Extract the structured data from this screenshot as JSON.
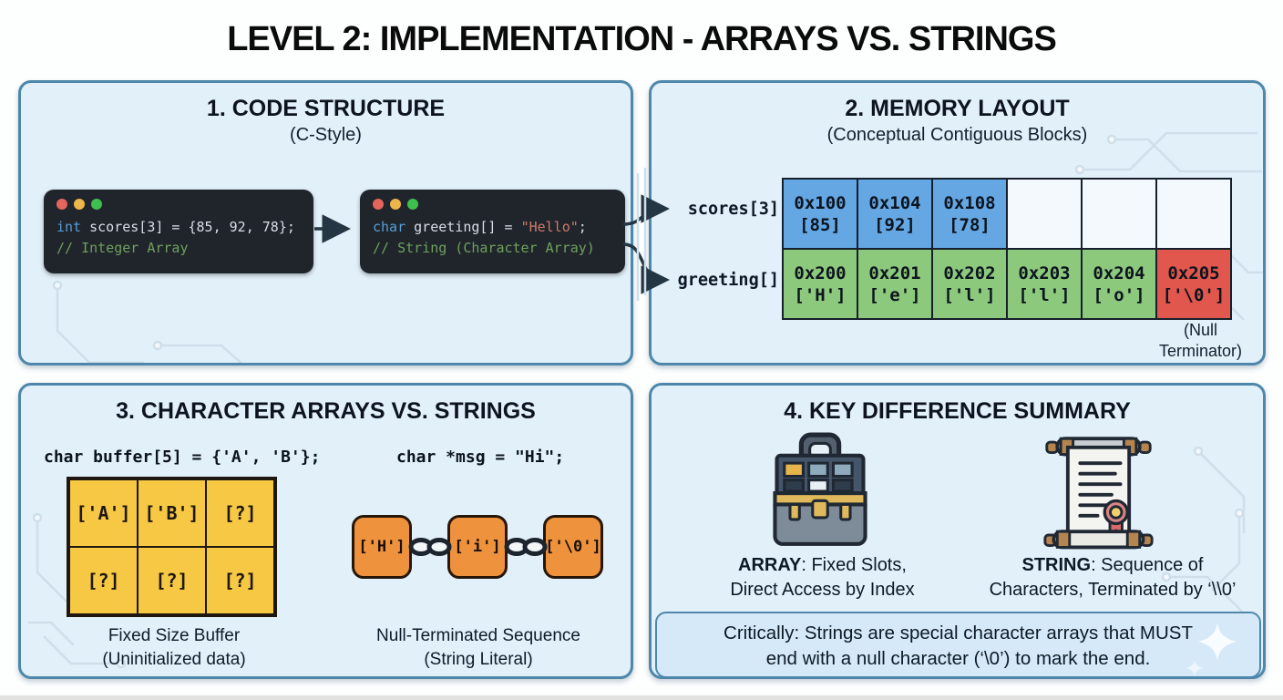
{
  "title": "LEVEL 2: IMPLEMENTATION - ARRAYS VS. STRINGS",
  "panel1": {
    "title": "1. CODE STRUCTURE",
    "subtitle": "(C-Style)",
    "code1": {
      "kw": "int",
      "body": " scores[3] = {85, 92, 78};",
      "comment": "// Integer Array"
    },
    "code2": {
      "kw": "char",
      "body": " greeting[] = ",
      "str": "\"Hello\"",
      "semi": ";",
      "comment": "// String (Character Array)"
    }
  },
  "panel2": {
    "title": "2. MEMORY LAYOUT",
    "subtitle": "(Conceptual Contiguous Blocks)",
    "row1_label": "scores[3]",
    "row2_label": "greeting[]",
    "row1_cells": [
      {
        "addr": "0x100",
        "val": "[85]"
      },
      {
        "addr": "0x104",
        "val": "[92]"
      },
      {
        "addr": "0x108",
        "val": "[78]"
      },
      {
        "addr": "",
        "val": ""
      },
      {
        "addr": "",
        "val": ""
      },
      {
        "addr": "",
        "val": ""
      }
    ],
    "row2_cells": [
      {
        "addr": "0x200",
        "val": "['H']"
      },
      {
        "addr": "0x201",
        "val": "['e']"
      },
      {
        "addr": "0x202",
        "val": "['l']"
      },
      {
        "addr": "0x203",
        "val": "['l']"
      },
      {
        "addr": "0x204",
        "val": "['o']"
      },
      {
        "addr": "0x205",
        "val": "['\\0']"
      }
    ],
    "null_note_line1": "(Null",
    "null_note_line2": "Terminator)"
  },
  "panel3": {
    "title": "3. CHARACTER ARRAYS VS. STRINGS",
    "code_left": "char buffer[5] = {'A', 'B'};",
    "code_right": "char *msg = \"Hi\";",
    "buffer_cells": [
      "['A']",
      "['B']",
      "[?]",
      "[?]",
      "[?]",
      "[?]"
    ],
    "buffer_caption1": "Fixed Size Buffer",
    "buffer_caption2": "(Uninitialized data)",
    "chain_cells": [
      "['H']",
      "['i']",
      "['\\0']"
    ],
    "chain_caption1": "Null-Terminated Sequence",
    "chain_caption2": "(String Literal)"
  },
  "panel4": {
    "title": "4. KEY DIFFERENCE SUMMARY",
    "array_term": "ARRAY",
    "array_desc1": ": Fixed Slots,",
    "array_desc2": "Direct Access by Index",
    "string_term": "STRING",
    "string_desc1": ": Sequence of",
    "string_desc2": "Characters, Terminated by ‘\\\\0’",
    "note_line1": "Critically: Strings are special character arrays that MUST",
    "note_line2": "end with a null character (‘\\0’) to mark the end."
  },
  "colors": {
    "panel_bg": "#e2f0fa",
    "panel_border": "#4e87aa",
    "code_bg": "#20252c",
    "code_keyword": "#569cd6",
    "code_default": "#d8dee6",
    "code_string": "#cd7a6a",
    "code_comment": "#6fa05c",
    "dot_red": "#e5655c",
    "dot_yellow": "#edb54a",
    "dot_green": "#3fc04e",
    "int_cell": "#64a7e3",
    "char_cell": "#8dc97d",
    "null_cell": "#e2574d",
    "buffer_cell": "#f6c844",
    "chain_cell": "#ef923d",
    "arrow": "#243543"
  }
}
